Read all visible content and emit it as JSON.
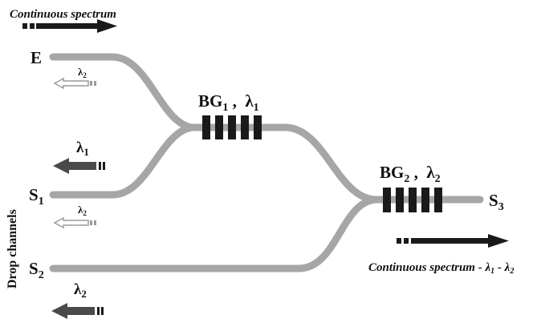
{
  "labels": {
    "top_caption": "Continuous spectrum",
    "bottom_caption_main": "Continuous spectrum - ",
    "bottom_caption_l1": "λ",
    "bottom_caption_l1_sub": "1",
    "bottom_caption_dash": " - ",
    "bottom_caption_l2": "λ",
    "bottom_caption_l2_sub": "2",
    "port_e": "E",
    "port_s1": "S",
    "port_s1_sub": "1",
    "port_s2": "S",
    "port_s2_sub": "2",
    "port_s3": "S",
    "port_s3_sub": "3",
    "drop_channels": "Drop channels",
    "bg1_name": "BG",
    "bg1_sub": "1",
    "bg1_sep": " ,  ",
    "bg1_lambda": "λ",
    "bg1_lambda_sub": "1",
    "bg2_name": "BG",
    "bg2_sub": "2",
    "bg2_sep": " ,  ",
    "bg2_lambda": "λ",
    "bg2_lambda_sub": "2",
    "e_reflect_lambda": "λ",
    "e_reflect_sub": "2",
    "s1_drop_lambda": "λ",
    "s1_drop_sub": "1",
    "s1_reflect_lambda": "λ",
    "s1_reflect_sub": "2",
    "s2_drop_lambda": "λ",
    "s2_drop_sub": "2"
  },
  "colors": {
    "fiber": "#a6a6a6",
    "grating": "#1a1a1a",
    "arrow_dark": "#1a1a1a",
    "arrow_gray": "#4a4a4a",
    "arrow_light": "#b8b8b8"
  }
}
